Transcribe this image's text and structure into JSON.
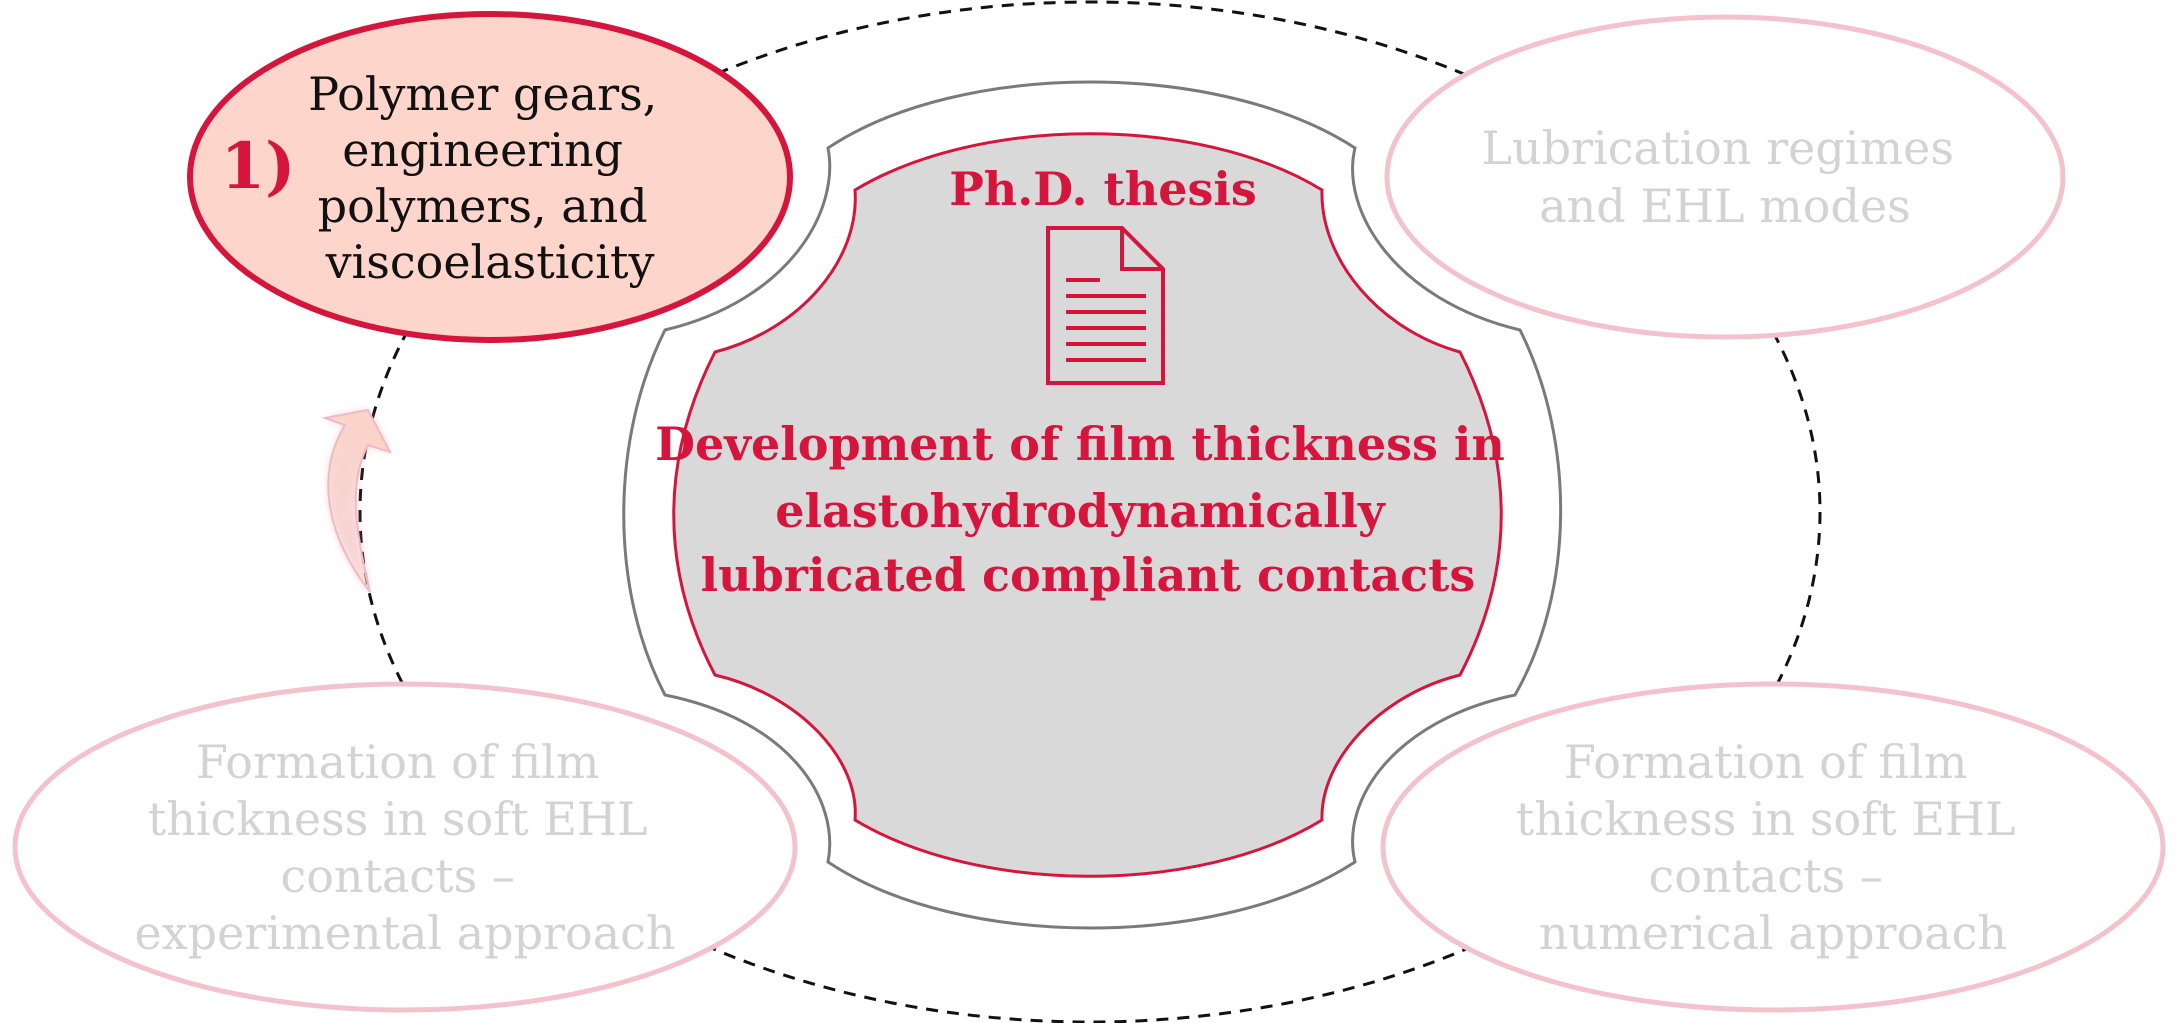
{
  "colors": {
    "accent": "#d6153d",
    "active_fill": "#fdd5cb",
    "inactive_stroke": "#f4c2cc",
    "inactive_text": "#d3d3d3",
    "active_text": "#111111",
    "center_fill": "#d9d9d9",
    "outer_frame": "#7a7a7a",
    "dashed_orbit": "#111111"
  },
  "center": {
    "title": "Ph.D. thesis",
    "icon": "document-icon",
    "lines": [
      "Development of film thickness in",
      "elastohydrodynamically",
      "lubricated compliant contacts"
    ]
  },
  "topics": [
    {
      "number": "1)",
      "lines": [
        "Polymer gears,",
        "engineering",
        "polymers, and",
        "viscoelasticity"
      ],
      "active": true
    },
    {
      "lines": [
        "Lubrication regimes",
        "and EHL modes"
      ],
      "active": false
    },
    {
      "lines": [
        "Formation of film",
        "thickness in soft EHL",
        "contacts –",
        "experimental approach"
      ],
      "active": false
    },
    {
      "lines": [
        "Formation of film",
        "thickness in soft EHL",
        "contacts –",
        "numerical approach"
      ],
      "active": false
    }
  ],
  "arrow_icon": "curved-arrow-up-icon"
}
